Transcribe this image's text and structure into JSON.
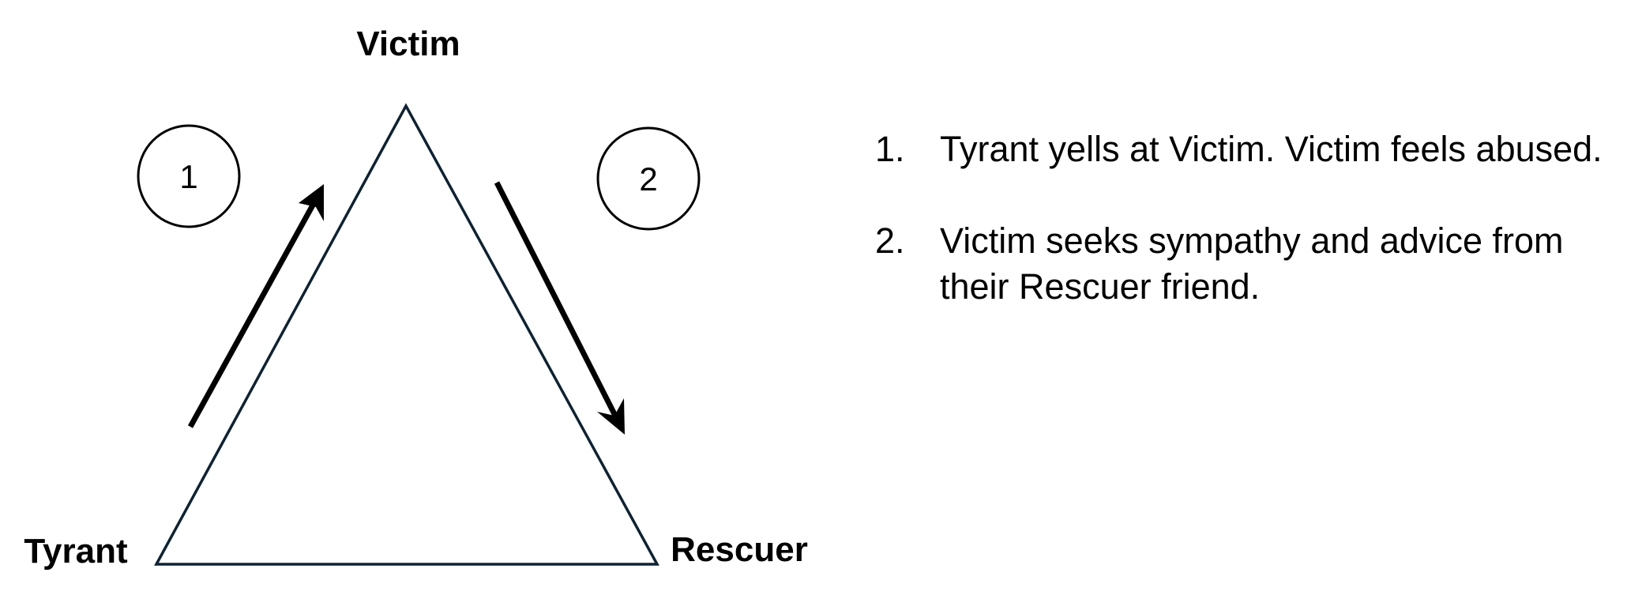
{
  "diagram": {
    "nodes": {
      "victim": "Victim",
      "tyrant": "Tyrant",
      "rescuer": "Rescuer"
    },
    "markers": {
      "first": "1",
      "second": "2"
    },
    "colors": {
      "triangle_stroke": "#0d2233",
      "arrow": "#000000",
      "text": "#000000"
    }
  },
  "steps": [
    {
      "number": "1.",
      "text": "Tyrant yells at Victim. Victim feels abused."
    },
    {
      "number": "2.",
      "text": "Victim seeks sympathy and advice from their Rescuer friend."
    }
  ]
}
